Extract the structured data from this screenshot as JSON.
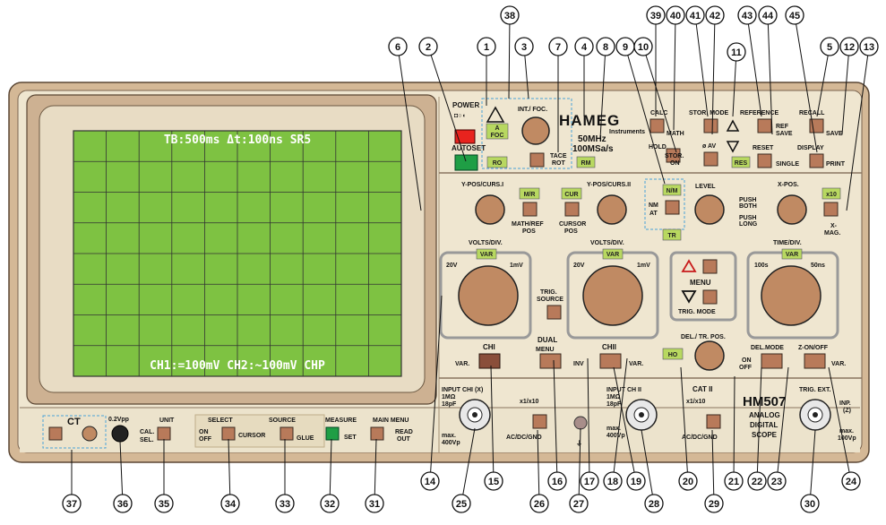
{
  "screen": {
    "line_top": "TB:500ms Δt:100ns SR5",
    "line_bottom": "CH1:=100mV CH2:~100mV CHP"
  },
  "brand": {
    "logo": "HAMEG",
    "sub": "Instruments",
    "spec1": "50MHz",
    "spec2": "100MSa/s",
    "model": "HM507",
    "desc1": "ANALOG",
    "desc2": "DIGITAL",
    "desc3": "SCOPE"
  },
  "labels": {
    "power": "POWER",
    "autoset": "AUTOSET",
    "int_foc": "INT./ FOC.",
    "trace_rot": "TACE ROT",
    "calc": "CALC",
    "math": "MATH",
    "hold": "HOLD",
    "stor_mode": "STOR. MODE",
    "stor_on": "STOR. ON",
    "avg": "ø AV",
    "reference": "REFERENCE",
    "ref_save": "REF SAVE",
    "reset": "RESET",
    "single": "SINGLE",
    "recall": "RECALL",
    "save": "SAVE",
    "display": "DISPLAY",
    "print": "PRINT",
    "ypos1": "Y-POS/CURS.I",
    "math_ref": "MATH/REF POS",
    "cursor_pos": "CURSOR POS",
    "ypos2": "Y-POS/CURS.II",
    "level": "LEVEL",
    "push_both": "PUSH BOTH",
    "push_long": "PUSH LONG",
    "xpos": "X-POS.",
    "xmag": "X-MAG.",
    "volts1": "VOLTS/DIV.",
    "volts2": "VOLTS/DIV.",
    "time_div": "TIME/DIV.",
    "v20_1": "20V",
    "v1m_1": "1mV",
    "v20_2": "20V",
    "v1m_2": "1mV",
    "t100s": "100s",
    "t50ns": "50ns",
    "menu": "MENU",
    "trig_mode": "TRIG. MODE",
    "trig_source": "TRIG. SOURCE",
    "del_tr_pos": "DEL./ TR. POS.",
    "chi": "CHI",
    "chii": "CHII",
    "var1": "VAR.",
    "var2": "VAR.",
    "var3": "VAR.",
    "dual": "DUAL",
    "dual_menu": "MENU",
    "inv": "INV",
    "del_mode": "DEL.MODE",
    "on_off": "ON OFF",
    "z_on_off": "Z-ON/OFF",
    "input_ch1": "INPUT CHI (X)",
    "input_ch1_spec": "1MΩ II 18pF",
    "max1": "max. 400Vp",
    "x1x10_1": "x1/x10",
    "acdcgnd1": "AC/DC/GND",
    "input_ch2": "INPUT CH II",
    "input_ch2_spec": "1MΩ II 18pF",
    "max2": "max. 400Vp",
    "cat2": "CAT II",
    "x1x10_2": "x1/x10",
    "acdcgnd2": "AC/DC/GND",
    "trig_ext": "TRIG. EXT.",
    "inp_z": "INP. (Z)",
    "max3": "max. 100Vp",
    "ct": "CT",
    "vpp": "0.2Vpp",
    "unit": "UNIT",
    "cal_sel": "CAL. SEL.",
    "select": "SELECT",
    "on_off2": "ON OFF",
    "cursor": "CURSOR",
    "source": "SOURCE",
    "glue": "GLUE",
    "measure": "MEASURE",
    "set": "SET",
    "main_menu": "MAIN MENU",
    "read_out": "READ OUT"
  },
  "tags": {
    "a_foc": "A FOC",
    "ro": "RO",
    "rm": "RM",
    "res": "RES",
    "m_r": "M/R",
    "cur": "CUR",
    "n_m": "N/M",
    "nm_at": "NM AT",
    "tr": "TR",
    "x10": "x10",
    "var_a": "VAR",
    "var_b": "VAR",
    "var_c": "VAR",
    "ho": "HO"
  },
  "callouts": [
    "1",
    "2",
    "3",
    "4",
    "5",
    "6",
    "7",
    "8",
    "9",
    "10",
    "11",
    "12",
    "13",
    "14",
    "15",
    "16",
    "17",
    "18",
    "19",
    "20",
    "21",
    "22",
    "23",
    "24",
    "25",
    "26",
    "27",
    "28",
    "29",
    "30",
    "31",
    "32",
    "33",
    "34",
    "35",
    "36",
    "37",
    "38",
    "39",
    "40",
    "41",
    "42",
    "43",
    "44",
    "45"
  ],
  "colors": {
    "screen": "#7ec242",
    "power": "#e8231e",
    "autoset": "#1f9e45",
    "measure": "#1f9e45",
    "panel": "#ece3cc",
    "bezel": "#d2b592",
    "button": "#b87a5a",
    "knob": "#c08a63",
    "tag": "#b8d860",
    "dashed": "#4aa3d8"
  }
}
